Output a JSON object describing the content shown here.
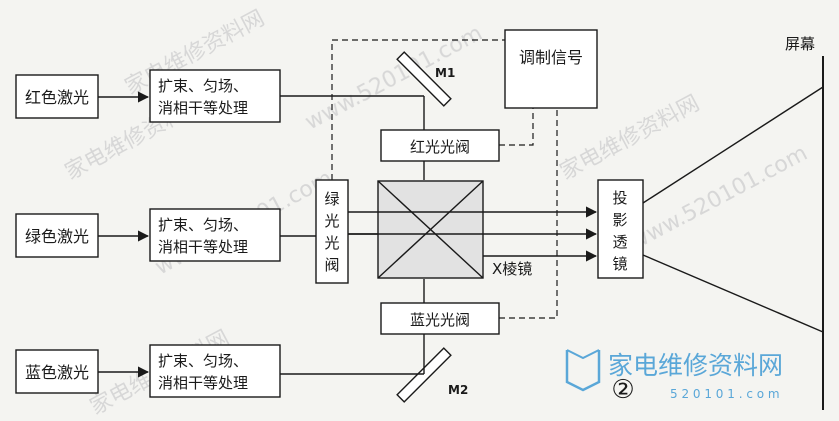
{
  "sources": {
    "red": "红色激光",
    "green": "绿色激光",
    "blue": "蓝色激光"
  },
  "processing": {
    "line1": "扩束、匀场、",
    "line2": "消相干等处理"
  },
  "modulation_signal": "调制信号",
  "valves": {
    "red": "红光光阀",
    "green_chars": [
      "绿",
      "光",
      "光",
      "阀"
    ],
    "blue": "蓝光光阀"
  },
  "mirrors": {
    "m1": "M1",
    "m2": "M2"
  },
  "prism": "X棱镜",
  "lens_chars": [
    "投",
    "影",
    "透",
    "镜"
  ],
  "screen": "屏幕",
  "figure_number": "②",
  "watermark": {
    "brand": "家电维修资料网",
    "site_small": "5 2 0 1 0 1 . c o m",
    "diagonal_a": "家电维修资料网",
    "diagonal_b": "www.520101.com"
  },
  "colors": {
    "line": "#1a1a1a",
    "background": "#f4f4f1",
    "watermark": "#d4d4d4",
    "logo_blue": "#5aa7d8"
  }
}
